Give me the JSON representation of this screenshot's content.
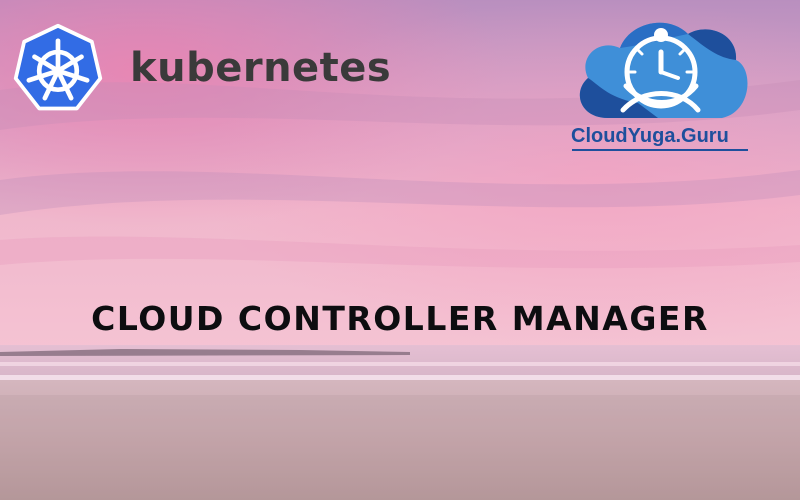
{
  "logos": {
    "kubernetes": {
      "icon": "kubernetes-helm-icon",
      "wordmark": "kubernetes",
      "color": "#326CE5"
    },
    "cloudyuga": {
      "icon": "cloudyuga-cloud-icon",
      "name_part1": "CloudYuga",
      "name_part2": ".Guru",
      "color": "#1E4F9C"
    }
  },
  "title": "CLOUD CONTROLLER MANAGER"
}
